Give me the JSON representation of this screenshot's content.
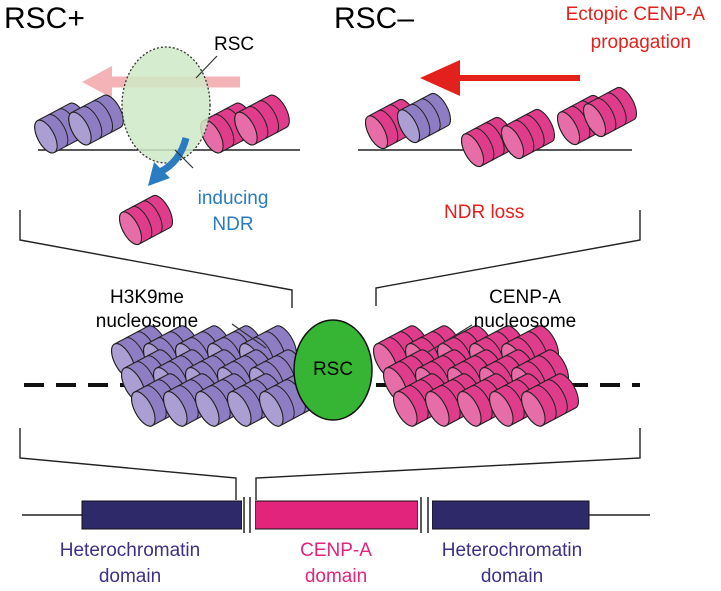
{
  "labels": {
    "rsc_plus": "RSC+",
    "rsc_minus": "RSC–",
    "rsc_top": "RSC",
    "ectopic_line1": "Ectopic CENP-A",
    "ectopic_line2": "propagation",
    "inducing_line1": "inducing",
    "inducing_line2": "NDR",
    "ndr_loss": "NDR loss",
    "h3k9me_line1": "H3K9me",
    "h3k9me_line2": "nucleosome",
    "cenpa_line1": "CENP-A",
    "cenpa_line2": "nucleosome",
    "rsc_center": "RSC",
    "hetero_left_line1": "Heterochromatin",
    "hetero_left_line2": "domain",
    "cenpa_domain_line1": "CENP-A",
    "cenpa_domain_line2": "domain",
    "hetero_right_line1": "Heterochromatin",
    "hetero_right_line2": "domain"
  },
  "colors": {
    "h3k9me": "#8f7dc4",
    "cenpa": "#df3c8c",
    "rsc": "#35b533",
    "heterochromatin_bar": "#2e2a6a",
    "cenpa_bar": "#e2247c",
    "ndr_arrow": "#2a7bbf",
    "propagation_arrow": "#e2211c",
    "faded_arrow": "#f4b3b7",
    "rsc_halo": "#cfe9c6"
  },
  "icons": {
    "nucleosome": "cylinder-stack-icon",
    "arrow": "arrow-left-icon",
    "curved_arrow": "curved-arrow-icon"
  }
}
